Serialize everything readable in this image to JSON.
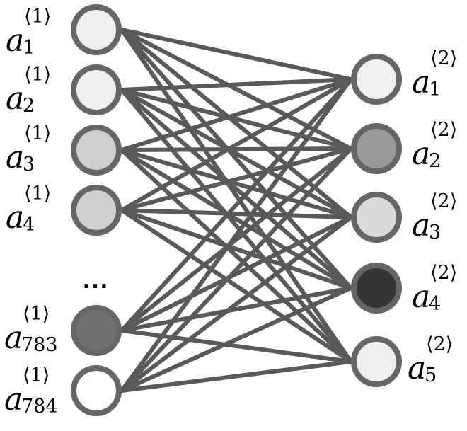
{
  "diagram": {
    "input_layer": [
      {
        "base": "a",
        "sup": "⟨1⟩",
        "sub": "1",
        "fill": "#efefef"
      },
      {
        "base": "a",
        "sup": "⟨1⟩",
        "sub": "2",
        "fill": "#efefef"
      },
      {
        "base": "a",
        "sup": "⟨1⟩",
        "sub": "3",
        "fill": "#cfcfcf"
      },
      {
        "base": "a",
        "sup": "⟨1⟩",
        "sub": "4",
        "fill": "#cfcfcf"
      },
      {
        "base": "a",
        "sup": "⟨1⟩",
        "sub": "783",
        "fill": "#717171"
      },
      {
        "base": "a",
        "sup": "⟨1⟩",
        "sub": "784",
        "fill": "#ffffff"
      }
    ],
    "ellipsis": "...",
    "output_layer": [
      {
        "base": "a",
        "sup": "⟨2⟩",
        "sub": "1",
        "fill": "#f0f0f0"
      },
      {
        "base": "a",
        "sup": "⟨2⟩",
        "sub": "2",
        "fill": "#9a9a9a"
      },
      {
        "base": "a",
        "sup": "⟨2⟩",
        "sub": "3",
        "fill": "#dadada"
      },
      {
        "base": "a",
        "sup": "⟨2⟩",
        "sub": "4",
        "fill": "#343434"
      },
      {
        "base": "a",
        "sup": "⟨2⟩",
        "sub": "5",
        "fill": "#eeeeee"
      }
    ],
    "edge_color": "#595959",
    "node_stroke": "#666666"
  }
}
